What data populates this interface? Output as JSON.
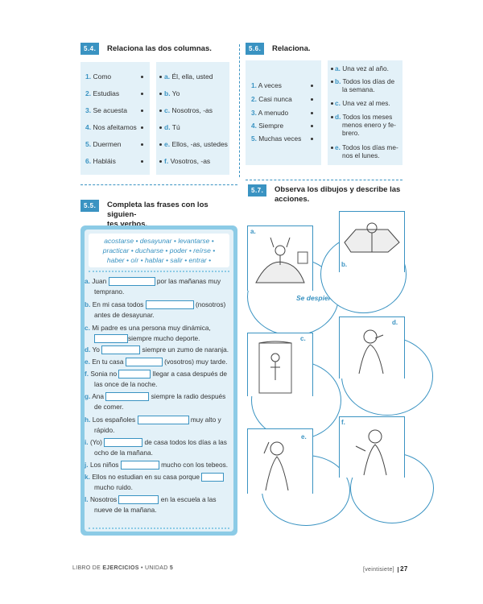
{
  "ex54": {
    "tag": "5.4.",
    "title": "Relaciona las dos columnas.",
    "left": [
      {
        "n": "1.",
        "t": "Como"
      },
      {
        "n": "2.",
        "t": "Estudias"
      },
      {
        "n": "3.",
        "t": "Se acuesta"
      },
      {
        "n": "4.",
        "t": "Nos afeitamos"
      },
      {
        "n": "5.",
        "t": "Duermen"
      },
      {
        "n": "6.",
        "t": "Habláis"
      }
    ],
    "right": [
      {
        "n": "a.",
        "t": "Él, ella, usted"
      },
      {
        "n": "b.",
        "t": "Yo"
      },
      {
        "n": "c.",
        "t": "Nosotros, -as"
      },
      {
        "n": "d.",
        "t": "Tú"
      },
      {
        "n": "e.",
        "t": "Ellos, -as, ustedes"
      },
      {
        "n": "f.",
        "t": "Vosotros, -as"
      }
    ]
  },
  "ex56": {
    "tag": "5.6.",
    "title": "Relaciona.",
    "left": [
      {
        "n": "1.",
        "t": "A veces"
      },
      {
        "n": "2.",
        "t": "Casi nunca"
      },
      {
        "n": "3.",
        "t": "A menudo"
      },
      {
        "n": "4.",
        "t": "Siempre"
      },
      {
        "n": "5.",
        "t": "Muchas veces"
      }
    ],
    "right": [
      {
        "n": "a.",
        "l1": "Una vez al año.",
        "l2": "",
        "l3": ""
      },
      {
        "n": "b.",
        "l1": "Todos los días de",
        "l2": "la semana.",
        "l3": ""
      },
      {
        "n": "c.",
        "l1": "Una vez al mes.",
        "l2": "",
        "l3": ""
      },
      {
        "n": "d.",
        "l1": "Todos los meses",
        "l2": "menos enero y fe-",
        "l3": "brero."
      },
      {
        "n": "e.",
        "l1": "Todos los días me-",
        "l2": "nos el lunes.",
        "l3": ""
      }
    ]
  },
  "ex55": {
    "tag": "5.5.",
    "title1": "Completa las frases con los siguien-",
    "title2": "tes verbos.",
    "verbs1": "acostarse • desayunar • levantarse •",
    "verbs2": "practicar • ducharse • poder • reírse •",
    "verbs3": "haber • oír • hablar • salir • entrar •",
    "items": [
      {
        "n": "a.",
        "pre": "Juan",
        "post": "por las mañanas muy",
        "l2": "temprano."
      },
      {
        "n": "b.",
        "pre": "En mi casa todos",
        "post": "(nosotros)",
        "l2": "antes de desayunar."
      },
      {
        "n": "c.",
        "pre": "Mi padre es una persona muy dinámica,",
        "post": "",
        "l2": "siempre mucho deporte."
      },
      {
        "n": "d.",
        "pre": "Yo",
        "post": "siempre un zumo de naranja.",
        "l2": ""
      },
      {
        "n": "e.",
        "pre": "En tu casa",
        "post": "(vosotros) muy tarde.",
        "l2": ""
      },
      {
        "n": "f.",
        "pre": "Sonia no",
        "post": "llegar a casa después de",
        "l2": "las once de la noche."
      },
      {
        "n": "g.",
        "pre": "Ana",
        "post": "siempre la radio después",
        "l2": "de comer."
      },
      {
        "n": "h.",
        "pre": "Los españoles",
        "post": "muy alto y",
        "l2": "rápido."
      },
      {
        "n": "i.",
        "pre": "(Yo)",
        "post": "de casa todos los días a las",
        "l2": "ocho de la mañana."
      },
      {
        "n": "j.",
        "pre": "Los niños",
        "post": "mucho con los tebeos.",
        "l2": ""
      },
      {
        "n": "k.",
        "pre": "Ellos no estudian en su casa porque",
        "post": "",
        "l2": "mucho ruido."
      },
      {
        "n": "l.",
        "pre": "Nosotros",
        "post": "en la escuela a las",
        "l2": "nueve de la mañana."
      }
    ]
  },
  "ex57": {
    "tag": "5.7.",
    "title1": "Observa los dibujos y describe las",
    "title2": "acciones.",
    "labels": [
      "a.",
      "b.",
      "c.",
      "d.",
      "e.",
      "f."
    ],
    "example_answer": "Se despierta"
  },
  "footer": {
    "left_pre": "LIBRO DE",
    "left_bold": "EJERCICIOS",
    "left_mid": "• UNIDAD",
    "left_unit": "5",
    "right_word": "[veintisiete]",
    "page": "27"
  },
  "colors": {
    "accent": "#3a93c2",
    "light": "#e3f1f8",
    "mid": "#8ccbe6"
  }
}
